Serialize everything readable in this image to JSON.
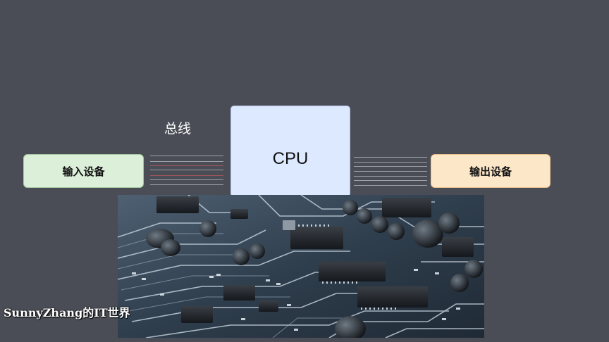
{
  "diagram": {
    "input_device": {
      "label": "输入设备"
    },
    "cpu": {
      "label": "CPU"
    },
    "output_device": {
      "label": "输出设备"
    },
    "bus": {
      "label": "总线"
    }
  },
  "watermark": {
    "text": "SunnyZhang的IT世界"
  },
  "colors": {
    "background": "#4a4d55",
    "input_fill": "#dcefd9",
    "input_border": "#a7c9a0",
    "cpu_fill": "#dde9ff",
    "cpu_border": "#aebfe0",
    "output_fill": "#fde7c9",
    "output_border": "#e8c08a"
  },
  "images": {
    "circuit_board": "circuit-board-photo"
  }
}
